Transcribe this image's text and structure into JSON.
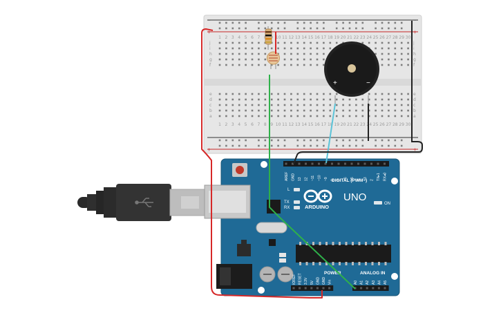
{
  "breadboard": {
    "rail_plus": "+",
    "rail_minus": "−",
    "rows_top": [
      "j",
      "i",
      "h",
      "g",
      "f"
    ],
    "rows_bottom": [
      "e",
      "d",
      "c",
      "b",
      "a"
    ],
    "columns": [
      "1",
      "2",
      "3",
      "4",
      "5",
      "6",
      "7",
      "8",
      "9",
      "10",
      "11",
      "12",
      "13",
      "14",
      "15",
      "16",
      "17",
      "18",
      "19",
      "20",
      "21",
      "22",
      "23",
      "24",
      "25",
      "26",
      "27",
      "28",
      "29",
      "30"
    ]
  },
  "arduino": {
    "model": "UNO",
    "brand": "ARDUINO",
    "digital_label": "DIGITAL (PWM~)",
    "digital_pins": [
      "AREF",
      "GND",
      "13",
      "12",
      "~11",
      "~10",
      "~9",
      "8",
      "7",
      "~6",
      "~5",
      "4",
      "~3",
      "2",
      "TX▸1",
      "RX◂0"
    ],
    "power_label": "POWER",
    "power_pins": [
      "IOREF",
      "RESET",
      "3.3V",
      "5V",
      "GND",
      "GND",
      "Vin"
    ],
    "analog_label": "ANALOG IN",
    "analog_pins": [
      "A0",
      "A1",
      "A2",
      "A3",
      "A4",
      "A5"
    ],
    "led_l": "L",
    "led_tx": "TX",
    "led_rx": "RX",
    "led_on": "ON"
  },
  "buzzer": {
    "plus": "+",
    "minus": "−"
  },
  "colors": {
    "board_blue": "#1f6a96",
    "wire_red": "#d62828",
    "wire_green": "#2fb14a",
    "wire_cyan": "#5bc3d8",
    "wire_black": "#222222"
  }
}
